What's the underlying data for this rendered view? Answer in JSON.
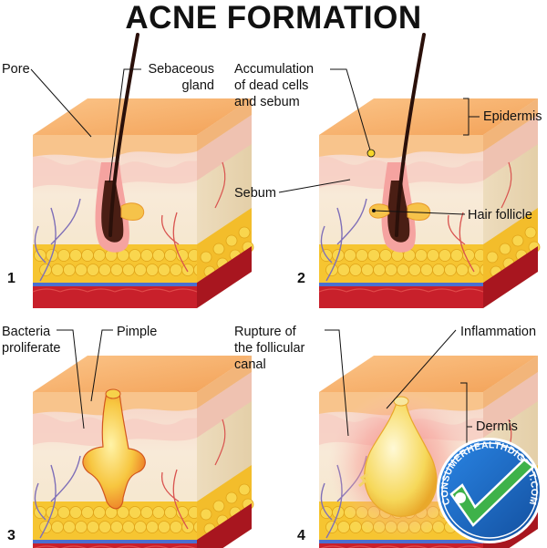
{
  "title": "ACNE FORMATION",
  "panels": [
    {
      "number": "1",
      "labels": {
        "left": "Pore",
        "right_line1": "Sebaceous",
        "right_line2": "gland"
      }
    },
    {
      "number": "2",
      "labels": {
        "top_line1": "Accumulation",
        "top_line2": "of dead cells",
        "top_line3": "and sebum",
        "side_top": "Epidermis",
        "left": "Sebum",
        "right": "Hair follicle"
      }
    },
    {
      "number": "3",
      "labels": {
        "left_line1": "Bacteria",
        "left_line2": "proliferate",
        "right": "Pimple"
      }
    },
    {
      "number": "4",
      "labels": {
        "left_line1": "Rupture of",
        "left_line2": "the follicular",
        "left_line3": "canal",
        "right": "Inflammation",
        "side": "Dermis"
      }
    }
  ],
  "badge": {
    "text": "CONSUMERHEALTHDIGEST.COM"
  },
  "colors": {
    "epidermis_top": "#f6b066",
    "epidermis_side": "#f8c48c",
    "dermis_pink": "#f6cfc4",
    "dermis_cream": "#f7eed6",
    "fat_yellow": "#f6c531",
    "muscle_red": "#c8202b",
    "follicle_dark": "#4a1e14",
    "sebum_yellow": "#f8d94a",
    "badge_blue": "#1f6fd0",
    "badge_green": "#3eb24a"
  }
}
